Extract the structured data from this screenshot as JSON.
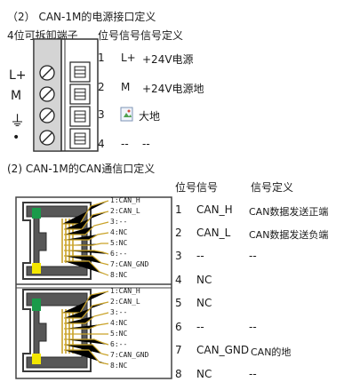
{
  "section1": {
    "title": "（2） CAN-1M的电源接口定义",
    "subtitle": "4位可拆卸端子",
    "header": "位号信号信号定义",
    "side_labels": [
      "L+",
      "M",
      "⏚",
      "•"
    ],
    "rows": [
      {
        "no": "1",
        "signal": "L+",
        "def": "+24V电源"
      },
      {
        "no": "2",
        "signal": "M",
        "def": "+24V电源地"
      },
      {
        "no": "3",
        "signal": "",
        "def": "大地"
      },
      {
        "no": "4",
        "signal": "--",
        "def": "--"
      }
    ]
  },
  "section2": {
    "title": "(2) CAN-1M的CAN通信口定义",
    "header_no": "位号信号",
    "header_def": "信号定义",
    "pin_labels": [
      "1:CAN_H",
      "2:CAN_L",
      "3:--",
      "4:NC",
      "5:NC",
      "6:--",
      "7:CAN_GND",
      "8:NC"
    ],
    "rows": [
      {
        "no": "1",
        "signal": "CAN_H",
        "def": "CAN数据发送正端"
      },
      {
        "no": "2",
        "signal": "CAN_L",
        "def": "CAN数据发送负端"
      },
      {
        "no": "3",
        "signal": "--",
        "def": "--"
      },
      {
        "no": "4",
        "signal": "NC",
        "def": ""
      },
      {
        "no": "5",
        "signal": "NC",
        "def": ""
      },
      {
        "no": "6",
        "signal": "--",
        "def": "--"
      },
      {
        "no": "7",
        "signal": "CAN_GND",
        "def": "CAN的地"
      },
      {
        "no": "8",
        "signal": "NC",
        "def": "--"
      }
    ]
  },
  "colors": {
    "led_green": "#1a9a4a",
    "led_yellow": "#f3e600",
    "pin_gold": "#c9a227",
    "jack_body": "#4a4a4a",
    "terminal_gray": "#d4d4d4"
  }
}
